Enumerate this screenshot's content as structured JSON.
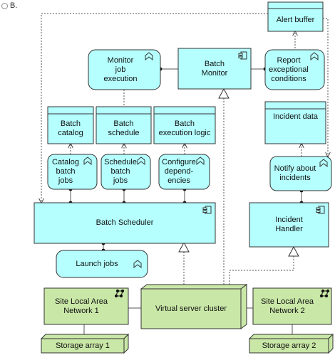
{
  "option": {
    "label": "B."
  },
  "colors": {
    "application": "#b5ffff",
    "technology": "#c9e7a7",
    "stroke": "#333333"
  },
  "elements": {
    "alert_buffer": "Alert buffer",
    "batch_monitor": "Batch\nMonitor",
    "monitor_job_execution": "Monitor\njob\nexecution",
    "report_exceptional_conditions": "Report\nexceptional\nconditions",
    "batch_catalog": "Batch\ncatalog",
    "batch_schedule": "Batch\nschedule",
    "batch_execution_logic": "Batch\nexecution logic",
    "incident_data": "Incident data",
    "catalog_batch_jobs": "Catalog\nbatch\njobs",
    "schedule_batch_jobs": "Schedule\nbatch\njobs",
    "configure_dependencies": "Configure\ndepend-\nencies",
    "notify_about_incidents": "Notify about\nincidents",
    "batch_scheduler": "Batch Scheduler",
    "incident_handler": "Incident\nHandler",
    "launch_jobs": "Launch jobs",
    "site_lan_1": "Site Local Area\nNetwork 1",
    "virtual_server_cluster": "Virtual server cluster",
    "site_lan_2": "Site Local Area\nNetwork 2",
    "storage_array_1": "Storage array 1",
    "storage_array_2": "Storage array 2"
  }
}
